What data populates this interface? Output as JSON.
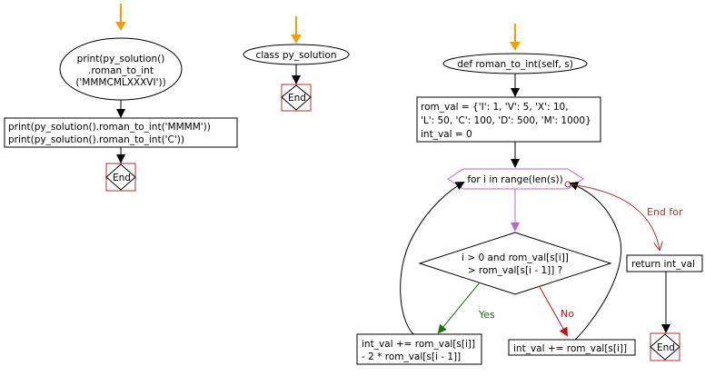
{
  "diagram": {
    "colors": {
      "entry_arrow": "#f5a000",
      "node_border": "#000000",
      "end_border": "#b03030",
      "loop": "#c060e0",
      "yes": "#207010",
      "no": "#cc1010",
      "end_for": "#b03030"
    },
    "left": {
      "start_lines": [
        "print(py_solution()",
        ".roman_to_int",
        "('MMMCMLXXXVI'))"
      ],
      "print_lines": [
        "print(py_solution().roman_to_int('MMMM'))",
        "print(py_solution().roman_to_int('C'))"
      ],
      "end_label": "End"
    },
    "middle": {
      "class_label": "class py_solution",
      "end_label": "End"
    },
    "right": {
      "def_label": "def roman_to_int(self, s)",
      "init_lines": [
        "rom_val = {'I': 1, 'V': 5, 'X': 10,",
        "'L': 50, 'C': 100, 'D': 500, 'M': 1000}",
        "int_val = 0"
      ],
      "loop_label": "for i in range(len(s))",
      "cond_lines": [
        "i > 0 and rom_val[s[i]]",
        "> rom_val[s[i - 1]] ?"
      ],
      "yes_label": "Yes",
      "no_label": "No",
      "yes_lines": [
        "int_val += rom_val[s[i]]",
        "- 2 * rom_val[s[i - 1]]"
      ],
      "no_label_box": "int_val += rom_val[s[i]]",
      "end_for_label": "End for",
      "return_label": "return int_val",
      "end_label": "End"
    }
  }
}
